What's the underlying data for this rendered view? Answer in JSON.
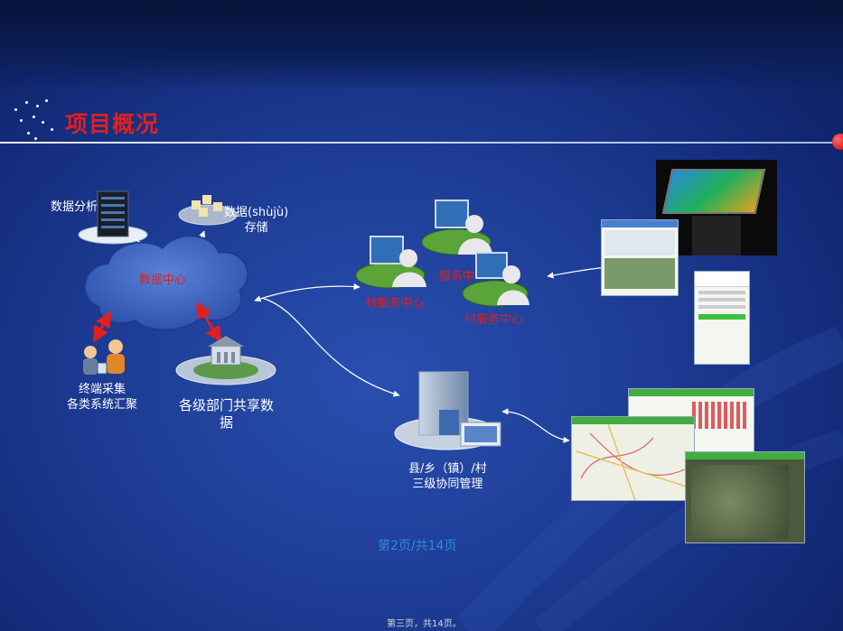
{
  "slide": {
    "title": "项目概况",
    "page_indicator": "第2页/共14页",
    "footer": "第三页，共14页。"
  },
  "diagram": {
    "data_analysis": "数据分析",
    "storage_line1": "数据(shùjù)",
    "storage_line2": "存储",
    "data_center": "数据中心",
    "terminal_line1": "终端采集",
    "terminal_line2": "各类系统汇聚",
    "dept_line1": "各级部门共享数",
    "dept_line2": "据",
    "village_a": "村服务中心",
    "village_b": "服务中",
    "village_c": "村服务中心",
    "county_line1": "县/乡（镇）/村",
    "county_line2": "三级协同管理"
  },
  "colors": {
    "title": "#e02020",
    "page_indicator": "#2d8be0",
    "cloud": "#3f66c4",
    "arrow_red": "#e02020"
  }
}
